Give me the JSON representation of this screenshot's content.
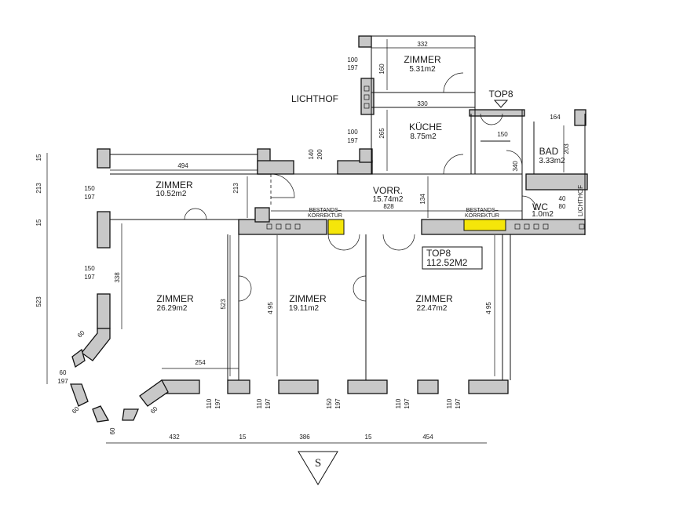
{
  "rooms": {
    "zimmer_small_top": {
      "name": "ZIMMER",
      "area": "5.31m2"
    },
    "kueche": {
      "name": "KÜCHE",
      "area": "8.75m2"
    },
    "bad": {
      "name": "BAD",
      "area": "3.33m2"
    },
    "zimmer_nw": {
      "name": "ZIMMER",
      "area": "10.52m2"
    },
    "vorr": {
      "name": "VORR.",
      "area": "15.74m2"
    },
    "wc": {
      "name": "WC",
      "area": "1.0m2"
    },
    "zimmer_w": {
      "name": "ZIMMER",
      "area": "26.29m2"
    },
    "zimmer_mid": {
      "name": "ZIMMER",
      "area": "19.11m2"
    },
    "zimmer_e": {
      "name": "ZIMMER",
      "area": "22.47m2"
    }
  },
  "labels": {
    "lichthof": "LICHTHOF",
    "lichthof_side": "LICHTHOF",
    "top8_marker": "TOP8",
    "top8_box_line1": "TOP8",
    "top8_box_line2": "112.52M2",
    "bestand_1a": "BESTANDS–",
    "bestand_1b": "KORREKTUR",
    "bestand_2a": "BESTANDS–",
    "bestand_2b": "KORREKTUR",
    "south": "S"
  },
  "dimensions": {
    "d332": "332",
    "d330": "330",
    "d160": "160",
    "d265": "265",
    "d100a": "100",
    "d197a": "197",
    "d100b": "100",
    "d197b": "197",
    "d140": "140",
    "d200": "200",
    "d150k": "150",
    "d164": "164",
    "d203": "203",
    "d340": "340",
    "d40": "40",
    "d80": "80",
    "d494": "494",
    "d213a": "213",
    "d828": "828",
    "d134": "134",
    "d15a": "15",
    "d213b": "213",
    "d15b": "15",
    "d150a": "150",
    "d197c": "197",
    "d150b": "150",
    "d197d": "197",
    "d338": "338",
    "d523a": "523",
    "d523b": "523",
    "d495a": "4 95",
    "d495b": "4 95",
    "d254": "254",
    "d60a": "60",
    "d60b": "60",
    "d60c": "60",
    "d60d": "60",
    "d60e": "60",
    "d197e": "197",
    "b110a": "110",
    "b197a": "197",
    "b110b": "110",
    "b197b": "197",
    "b150": "150",
    "b197c": "197",
    "b110c": "110",
    "b197d": "197",
    "b110d": "110",
    "b197e": "197",
    "t432": "432",
    "t15a": "15",
    "t386": "386",
    "t15b": "15",
    "t454": "454"
  }
}
